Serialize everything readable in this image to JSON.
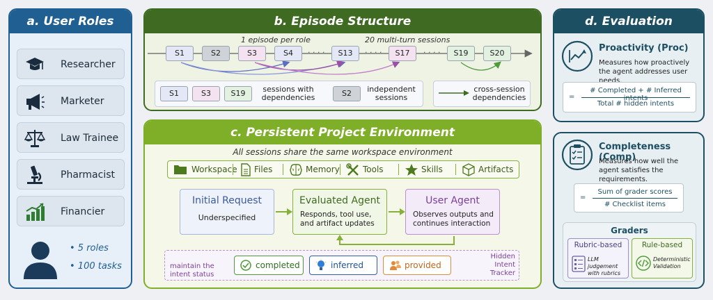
{
  "panel_a": {
    "title": "a. User Roles",
    "roles": [
      {
        "label": "Researcher",
        "icon": "graduation-cap-icon"
      },
      {
        "label": "Marketer",
        "icon": "megaphone-icon"
      },
      {
        "label": "Law Trainee",
        "icon": "scales-icon"
      },
      {
        "label": "Pharmacist",
        "icon": "microscope-icon"
      },
      {
        "label": "Financier",
        "icon": "bar-chart-icon"
      }
    ],
    "summary": [
      "• 5 roles",
      "• 100 tasks"
    ]
  },
  "panel_b": {
    "title": "b. Episode Structure",
    "note_left": "1 episode per role",
    "note_right": "20 multi-turn sessions",
    "sessions": [
      "S1",
      "S2",
      "S3",
      "S4",
      "S13",
      "S17",
      "S19",
      "S20"
    ],
    "dots": "· · · ·",
    "legend": {
      "dep_examples": [
        "S1",
        "S3",
        "S19"
      ],
      "dep_label": "sessions with dependencies",
      "indep_example": "S2",
      "indep_label": "independent sessions",
      "cross_label": "cross-session dependencies"
    }
  },
  "panel_c": {
    "title": "c. Persistent Project Environment",
    "subtitle": "All sessions share the same workspace environment",
    "resources": [
      "Workspace",
      "Files",
      "Memory",
      "Tools",
      "Skills",
      "Artifacts"
    ],
    "flow": [
      {
        "title": "Initial Request",
        "desc": "Underspecified"
      },
      {
        "title": "Evaluated Agent",
        "desc": "Responds, tool use, and artifact updates"
      },
      {
        "title": "User Agent",
        "desc": "Observes outputs and continues interaction"
      }
    ],
    "tracker_left": "maintain the intent status",
    "tracker_right": "Hidden Intent Tracker",
    "intent_states": [
      "completed",
      "inferred",
      "provided"
    ]
  },
  "panel_d": {
    "title": "d. Evaluation",
    "proc": {
      "name": "Proactivity (Proc)",
      "desc": "Measures how proactively the agent addresses user needs.",
      "numerator": "# Completed + # Inferred intents",
      "denominator": "Total # hidden intents",
      "eq": "="
    },
    "comp": {
      "name": "Completeness (Comp)",
      "desc": "Measures how well the agent satisfies the requirements.",
      "numerator": "Sum of grader scores",
      "denominator": "# Checklist items",
      "eq": "="
    },
    "graders_title": "Graders",
    "graders": [
      {
        "name": "Rubric-based",
        "desc": "LLM judgement with rubrics"
      },
      {
        "name": "Rule-based",
        "desc": "Deterministic Validation"
      }
    ]
  },
  "colors": {
    "blue": "#1f5f92",
    "dark_green": "#3f6a22",
    "lime": "#7fae28",
    "teal": "#1d4f63",
    "session_blue": "#e4e8f6",
    "session_pink": "#f4e2f1",
    "session_green": "#e3f1e1",
    "session_gray": "#cfd2d6"
  }
}
